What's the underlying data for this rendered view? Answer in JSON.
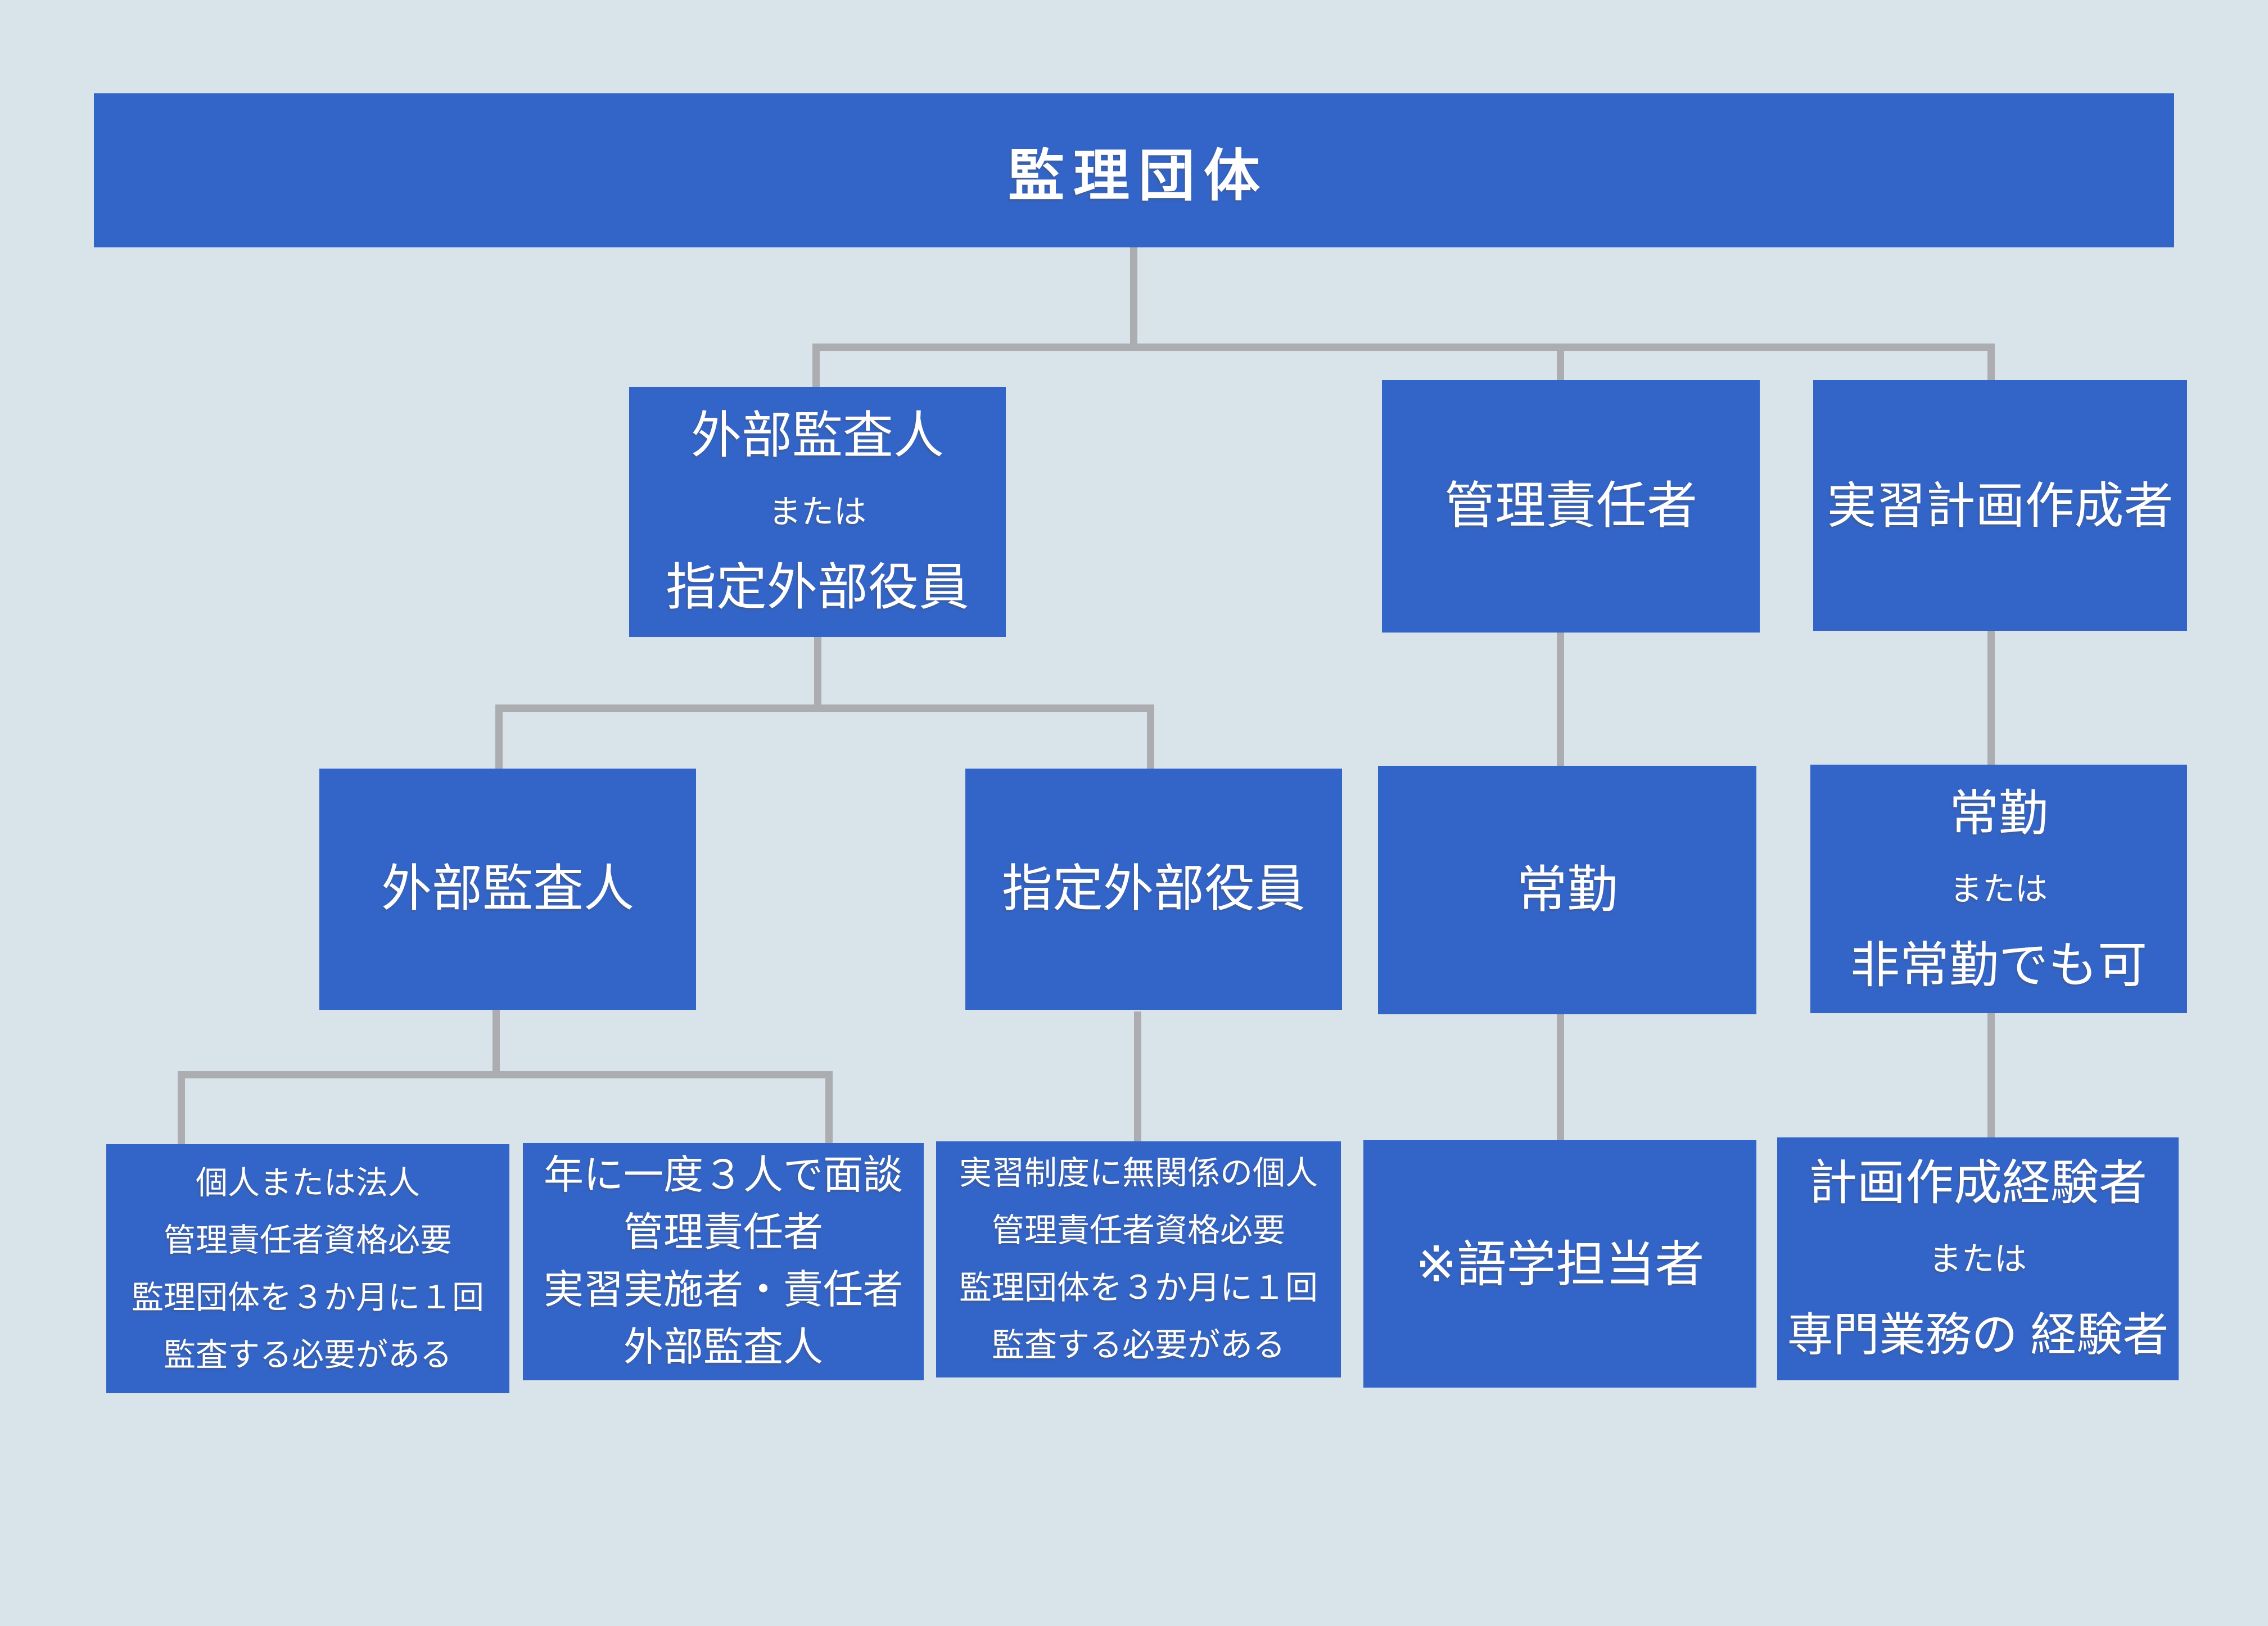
{
  "page": {
    "background_color": "#d9e4ea",
    "node_color": "#3365c9",
    "connector_color": "#abadb0",
    "text_color": "#ffffff"
  },
  "root": {
    "label": "監理団体"
  },
  "level1": {
    "external_audit_group": {
      "lines": [
        "外部監査人",
        "または",
        "指定外部役員"
      ]
    },
    "management_supervisor": {
      "label": "管理責任者"
    },
    "training_plan_author": {
      "label": "実習計画作成者"
    }
  },
  "level2": {
    "external_auditor": {
      "label": "外部監査人"
    },
    "designated_external_officer": {
      "label": "指定外部役員"
    },
    "full_time": {
      "label": "常勤"
    },
    "full_time_or_part_time": {
      "lines": [
        "常勤",
        "または",
        "非常勤でも可"
      ]
    }
  },
  "level3": {
    "external_auditor_requirements": {
      "lines": [
        "個人または法人",
        "管理責任者資格必要",
        "監理団体を３か月に１回",
        "監査する必要がある"
      ]
    },
    "annual_interview_members": {
      "lines": [
        "年に一度３人で面談",
        "管理責任者",
        "実習実施者・責任者",
        "外部監査人"
      ]
    },
    "designated_officer_requirements": {
      "lines": [
        "実習制度に無関係の個人",
        "管理責任者資格必要",
        "監理団体を３か月に１回",
        "監査する必要がある"
      ]
    },
    "language_staff_note": {
      "label": "※語学担当者"
    },
    "plan_author_requirements": {
      "lines": [
        "計画作成経験者",
        "または",
        "専門業務の 経験者"
      ]
    }
  }
}
